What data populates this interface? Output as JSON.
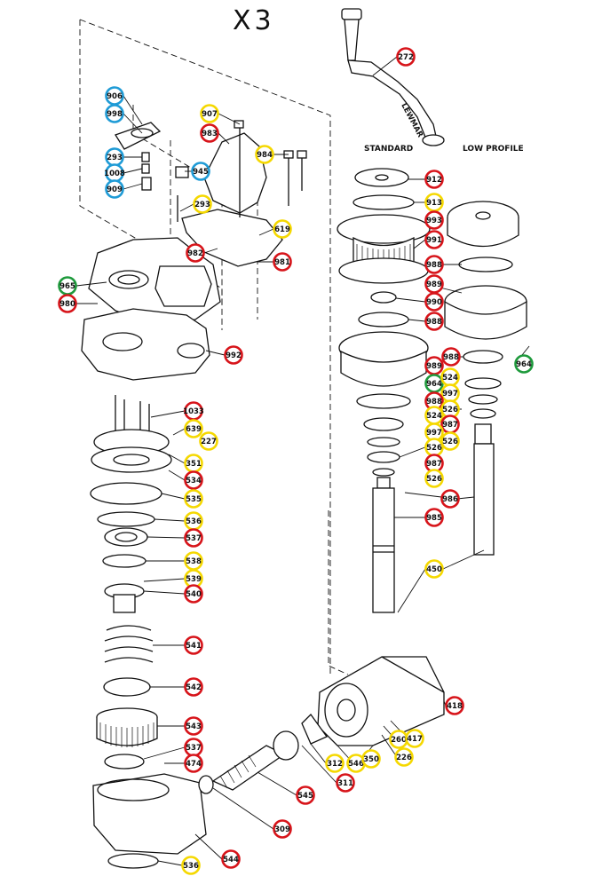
{
  "title": "X3",
  "drive_labels": {
    "standard": "STANDARD",
    "low_profile": "LOW PROFILE"
  },
  "handle_text": "LEWMAR",
  "colors": {
    "red": "#d7141a",
    "yellow": "#f5d800",
    "blue": "#1f9bd6",
    "green": "#1e9a3c"
  },
  "callouts": [
    {
      "id": "c272",
      "label": "272",
      "color": "red"
    },
    {
      "id": "c906",
      "label": "906",
      "color": "blue"
    },
    {
      "id": "c998",
      "label": "998",
      "color": "blue"
    },
    {
      "id": "c293a",
      "label": "293",
      "color": "blue"
    },
    {
      "id": "c1008",
      "label": "1008",
      "color": "blue"
    },
    {
      "id": "c909",
      "label": "909",
      "color": "blue"
    },
    {
      "id": "c945",
      "label": "945",
      "color": "blue"
    },
    {
      "id": "c907",
      "label": "907",
      "color": "yellow"
    },
    {
      "id": "c983",
      "label": "983",
      "color": "red"
    },
    {
      "id": "c984",
      "label": "984",
      "color": "yellow"
    },
    {
      "id": "c293b",
      "label": "293",
      "color": "yellow"
    },
    {
      "id": "c619",
      "label": "619",
      "color": "yellow"
    },
    {
      "id": "c982",
      "label": "982",
      "color": "red"
    },
    {
      "id": "c981",
      "label": "981",
      "color": "red"
    },
    {
      "id": "c965",
      "label": "965",
      "color": "green"
    },
    {
      "id": "c980",
      "label": "980",
      "color": "red"
    },
    {
      "id": "c992",
      "label": "992",
      "color": "red"
    },
    {
      "id": "c912",
      "label": "912",
      "color": "red"
    },
    {
      "id": "c913",
      "label": "913",
      "color": "yellow"
    },
    {
      "id": "c993",
      "label": "993",
      "color": "red"
    },
    {
      "id": "c991",
      "label": "991",
      "color": "red"
    },
    {
      "id": "c988a",
      "label": "988",
      "color": "red"
    },
    {
      "id": "c989a",
      "label": "989",
      "color": "red"
    },
    {
      "id": "c990",
      "label": "990",
      "color": "red"
    },
    {
      "id": "c988b",
      "label": "988",
      "color": "red"
    },
    {
      "id": "c988c",
      "label": "988",
      "color": "red"
    },
    {
      "id": "c964a",
      "label": "964",
      "color": "green"
    },
    {
      "id": "c989b",
      "label": "989",
      "color": "red"
    },
    {
      "id": "c964b",
      "label": "964",
      "color": "green"
    },
    {
      "id": "c524a",
      "label": "524",
      "color": "yellow"
    },
    {
      "id": "c997a",
      "label": "997",
      "color": "yellow"
    },
    {
      "id": "c988d",
      "label": "988",
      "color": "red"
    },
    {
      "id": "c526a",
      "label": "526",
      "color": "yellow"
    },
    {
      "id": "c524b",
      "label": "524",
      "color": "yellow"
    },
    {
      "id": "c987a",
      "label": "987",
      "color": "red"
    },
    {
      "id": "c997b",
      "label": "997",
      "color": "yellow"
    },
    {
      "id": "c526b",
      "label": "526",
      "color": "yellow"
    },
    {
      "id": "c526c",
      "label": "526",
      "color": "yellow"
    },
    {
      "id": "c987b",
      "label": "987",
      "color": "red"
    },
    {
      "id": "c526d",
      "label": "526",
      "color": "yellow"
    },
    {
      "id": "c986",
      "label": "986",
      "color": "red"
    },
    {
      "id": "c985",
      "label": "985",
      "color": "red"
    },
    {
      "id": "c450",
      "label": "450",
      "color": "yellow"
    },
    {
      "id": "c1033",
      "label": "1033",
      "color": "red"
    },
    {
      "id": "c639",
      "label": "639",
      "color": "yellow"
    },
    {
      "id": "c227",
      "label": "227",
      "color": "yellow"
    },
    {
      "id": "c351",
      "label": "351",
      "color": "yellow"
    },
    {
      "id": "c534",
      "label": "534",
      "color": "red"
    },
    {
      "id": "c535",
      "label": "535",
      "color": "yellow"
    },
    {
      "id": "c536a",
      "label": "536",
      "color": "yellow"
    },
    {
      "id": "c537a",
      "label": "537",
      "color": "red"
    },
    {
      "id": "c538",
      "label": "538",
      "color": "yellow"
    },
    {
      "id": "c539",
      "label": "539",
      "color": "yellow"
    },
    {
      "id": "c540",
      "label": "540",
      "color": "red"
    },
    {
      "id": "c541",
      "label": "541",
      "color": "red"
    },
    {
      "id": "c542",
      "label": "542",
      "color": "red"
    },
    {
      "id": "c543",
      "label": "543",
      "color": "red"
    },
    {
      "id": "c537b",
      "label": "537",
      "color": "red"
    },
    {
      "id": "c474",
      "label": "474",
      "color": "red"
    },
    {
      "id": "c536b",
      "label": "536",
      "color": "yellow"
    },
    {
      "id": "c544",
      "label": "544",
      "color": "red"
    },
    {
      "id": "c309",
      "label": "309",
      "color": "red"
    },
    {
      "id": "c545",
      "label": "545",
      "color": "red"
    },
    {
      "id": "c311",
      "label": "311",
      "color": "red"
    },
    {
      "id": "c312",
      "label": "312",
      "color": "yellow"
    },
    {
      "id": "c546",
      "label": "546",
      "color": "yellow"
    },
    {
      "id": "c350",
      "label": "350",
      "color": "yellow"
    },
    {
      "id": "c226",
      "label": "226",
      "color": "yellow"
    },
    {
      "id": "c260",
      "label": "260",
      "color": "yellow"
    },
    {
      "id": "c417",
      "label": "417",
      "color": "yellow"
    },
    {
      "id": "c418",
      "label": "418",
      "color": "red"
    }
  ]
}
